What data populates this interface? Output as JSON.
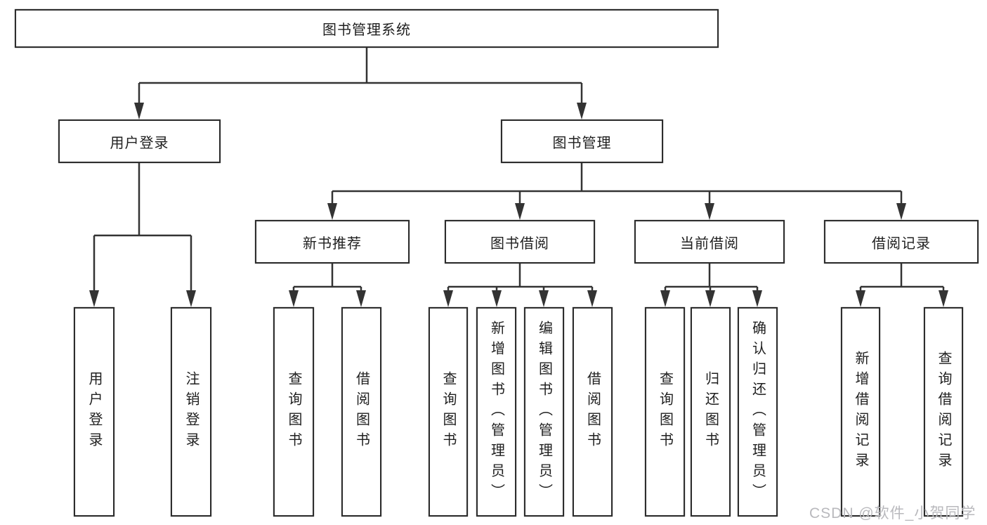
{
  "diagram": {
    "title": "图书管理系统",
    "level2": [
      {
        "label": "用户登录"
      },
      {
        "label": "图书管理"
      }
    ],
    "level3": [
      {
        "label": "新书推荐"
      },
      {
        "label": "图书借阅"
      },
      {
        "label": "当前借阅"
      },
      {
        "label": "借阅记录"
      }
    ],
    "leaves": {
      "user_login": [
        "用户登录",
        "注销登录"
      ],
      "new_books": [
        "查询图书",
        "借阅图书"
      ],
      "book_borrow": [
        "查询图书",
        "新增图书（管理员）",
        "编辑图书（管理员）",
        "借阅图书"
      ],
      "current_borrow": [
        "查询图书",
        "归还图书",
        "确认归还（管理员）"
      ],
      "borrow_records": [
        "新增借阅记录",
        "查询借阅记录"
      ]
    }
  },
  "watermark": "CSDN @软件_小贺同学",
  "colors": {
    "line": "#333333",
    "box_border": "#2d2d2d",
    "text": "#1f1f1f",
    "watermark": "#b9b9bd",
    "background": "#ffffff"
  }
}
